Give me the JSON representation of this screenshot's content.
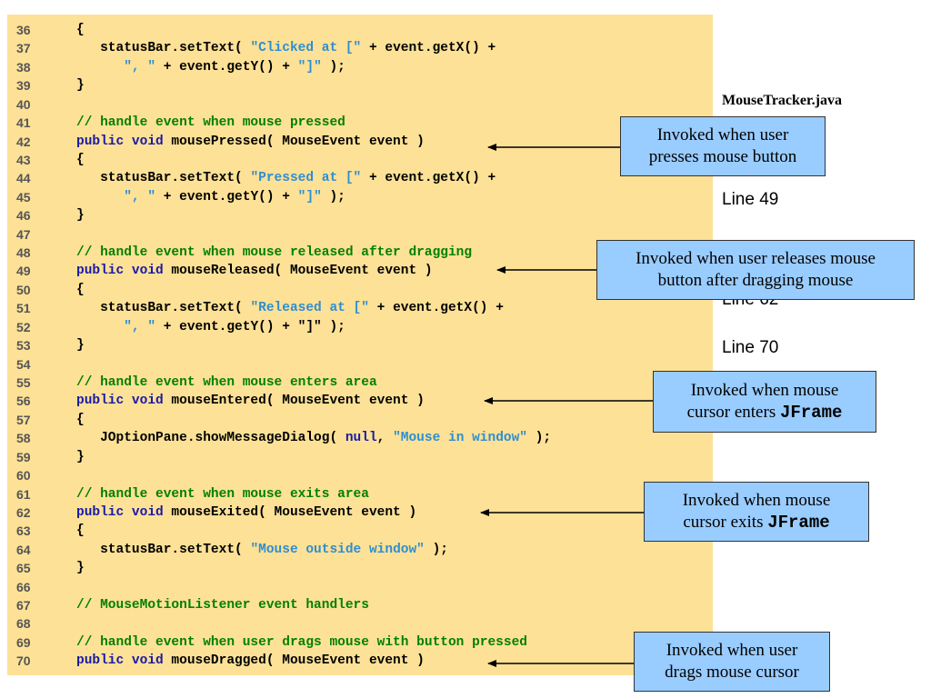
{
  "file_title": "MouseTracker.java",
  "side_labels": [
    "Line 49",
    "Line 62",
    "Line 70"
  ],
  "code_lines": [
    {
      "n": "36",
      "parts": [
        {
          "t": "{",
          "c": ""
        }
      ]
    },
    {
      "n": "37",
      "parts": [
        {
          "t": "   statusBar.setText( ",
          "c": ""
        },
        {
          "t": "\"Clicked at [\"",
          "c": "str"
        },
        {
          "t": " + event.getX() +",
          "c": ""
        }
      ]
    },
    {
      "n": "38",
      "parts": [
        {
          "t": "      ",
          "c": ""
        },
        {
          "t": "\", \"",
          "c": "str"
        },
        {
          "t": " + event.getY() + ",
          "c": ""
        },
        {
          "t": "\"]\"",
          "c": "str"
        },
        {
          "t": " );",
          "c": ""
        }
      ]
    },
    {
      "n": "39",
      "parts": [
        {
          "t": "}",
          "c": ""
        }
      ]
    },
    {
      "n": "40",
      "parts": []
    },
    {
      "n": "41",
      "parts": [
        {
          "t": "// handle event when mouse pressed",
          "c": "cmt"
        }
      ]
    },
    {
      "n": "42",
      "parts": [
        {
          "t": "public void",
          "c": "kw"
        },
        {
          "t": " mousePressed( MouseEvent event )",
          "c": ""
        }
      ]
    },
    {
      "n": "43",
      "parts": [
        {
          "t": "{",
          "c": ""
        }
      ]
    },
    {
      "n": "44",
      "parts": [
        {
          "t": "   statusBar.setText( ",
          "c": ""
        },
        {
          "t": "\"Pressed at [\"",
          "c": "str"
        },
        {
          "t": " + event.getX() +",
          "c": ""
        }
      ]
    },
    {
      "n": "45",
      "parts": [
        {
          "t": "      ",
          "c": ""
        },
        {
          "t": "\", \"",
          "c": "str"
        },
        {
          "t": " + event.getY() + ",
          "c": ""
        },
        {
          "t": "\"]\"",
          "c": "str"
        },
        {
          "t": " );",
          "c": ""
        }
      ]
    },
    {
      "n": "46",
      "parts": [
        {
          "t": "}",
          "c": ""
        }
      ]
    },
    {
      "n": "47",
      "parts": []
    },
    {
      "n": "48",
      "parts": [
        {
          "t": "// handle event when mouse released after dragging",
          "c": "cmt"
        }
      ]
    },
    {
      "n": "49",
      "parts": [
        {
          "t": "public void",
          "c": "kw"
        },
        {
          "t": " mouseReleased( MouseEvent event )",
          "c": ""
        }
      ]
    },
    {
      "n": "50",
      "parts": [
        {
          "t": "{",
          "c": ""
        }
      ]
    },
    {
      "n": "51",
      "parts": [
        {
          "t": "   statusBar.setText( ",
          "c": ""
        },
        {
          "t": "\"Released at [\"",
          "c": "str"
        },
        {
          "t": " + event.getX() +",
          "c": ""
        }
      ]
    },
    {
      "n": "52",
      "parts": [
        {
          "t": "      ",
          "c": ""
        },
        {
          "t": "\", \"",
          "c": "str"
        },
        {
          "t": " + event.getY() + \"]\" );",
          "c": ""
        }
      ]
    },
    {
      "n": "53",
      "parts": [
        {
          "t": "}",
          "c": ""
        }
      ]
    },
    {
      "n": "54",
      "parts": []
    },
    {
      "n": "55",
      "parts": [
        {
          "t": "// handle event when mouse enters area",
          "c": "cmt"
        }
      ]
    },
    {
      "n": "56",
      "parts": [
        {
          "t": "public void",
          "c": "kw"
        },
        {
          "t": " mouseEntered( MouseEvent event )",
          "c": ""
        }
      ]
    },
    {
      "n": "57",
      "parts": [
        {
          "t": "{",
          "c": ""
        }
      ]
    },
    {
      "n": "58",
      "parts": [
        {
          "t": "   JOptionPane.showMessageDialog( ",
          "c": ""
        },
        {
          "t": "null",
          "c": "kw"
        },
        {
          "t": ", ",
          "c": ""
        },
        {
          "t": "\"Mouse in window\"",
          "c": "str"
        },
        {
          "t": " );",
          "c": ""
        }
      ]
    },
    {
      "n": "59",
      "parts": [
        {
          "t": "}",
          "c": ""
        }
      ]
    },
    {
      "n": "60",
      "parts": []
    },
    {
      "n": "61",
      "parts": [
        {
          "t": "// handle event when mouse exits area",
          "c": "cmt"
        }
      ]
    },
    {
      "n": "62",
      "parts": [
        {
          "t": "public void",
          "c": "kw"
        },
        {
          "t": " mouseExited( MouseEvent event )",
          "c": ""
        }
      ]
    },
    {
      "n": "63",
      "parts": [
        {
          "t": "{",
          "c": ""
        }
      ]
    },
    {
      "n": "64",
      "parts": [
        {
          "t": "   statusBar.setText( ",
          "c": ""
        },
        {
          "t": "\"Mouse outside window\"",
          "c": "str"
        },
        {
          "t": " );",
          "c": ""
        }
      ]
    },
    {
      "n": "65",
      "parts": [
        {
          "t": "}",
          "c": ""
        }
      ]
    },
    {
      "n": "66",
      "parts": []
    },
    {
      "n": "67",
      "parts": [
        {
          "t": "// MouseMotionListener event handlers",
          "c": "cmt"
        }
      ]
    },
    {
      "n": "68",
      "parts": []
    },
    {
      "n": "69",
      "parts": [
        {
          "t": "// handle event when user drags mouse with button pressed",
          "c": "cmt"
        }
      ]
    },
    {
      "n": "70",
      "parts": [
        {
          "t": "public void",
          "c": "kw"
        },
        {
          "t": " mouseDragged( MouseEvent event )",
          "c": ""
        }
      ]
    }
  ],
  "callouts": [
    {
      "line1": "Invoked when user",
      "line2": "presses mouse button",
      "line2_code": ""
    },
    {
      "line1": "Invoked when user releases mouse",
      "line2": "button after dragging mouse",
      "line2_code": ""
    },
    {
      "line1": "Invoked when mouse",
      "line2": "cursor enters ",
      "line2_code": "JFrame"
    },
    {
      "line1": "Invoked when mouse",
      "line2": "cursor exits ",
      "line2_code": "JFrame"
    },
    {
      "line1": "Invoked when user",
      "line2": "drags mouse cursor",
      "line2_code": ""
    }
  ]
}
